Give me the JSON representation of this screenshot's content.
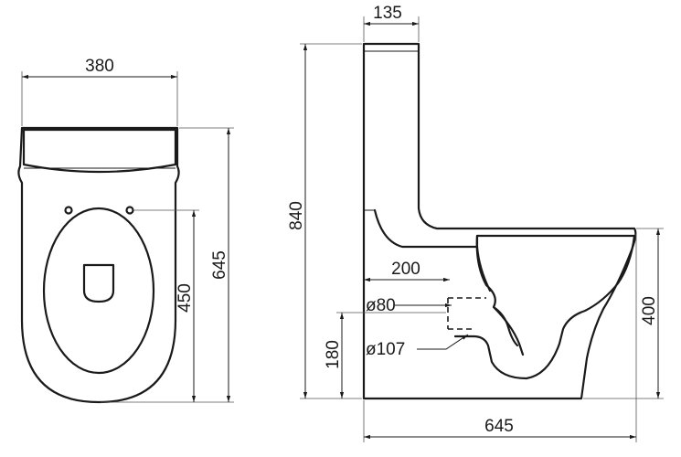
{
  "dimensions": {
    "top_width": "380",
    "top_length": "645",
    "top_hole_dist": "450",
    "side_tank_depth": "135",
    "side_height": "840",
    "side_outlet_dist": "200",
    "side_outlet_dia_small": "ø80",
    "side_outlet_dia_large": "ø107",
    "side_outlet_height": "180",
    "side_rim_height": "400",
    "side_length": "645"
  }
}
